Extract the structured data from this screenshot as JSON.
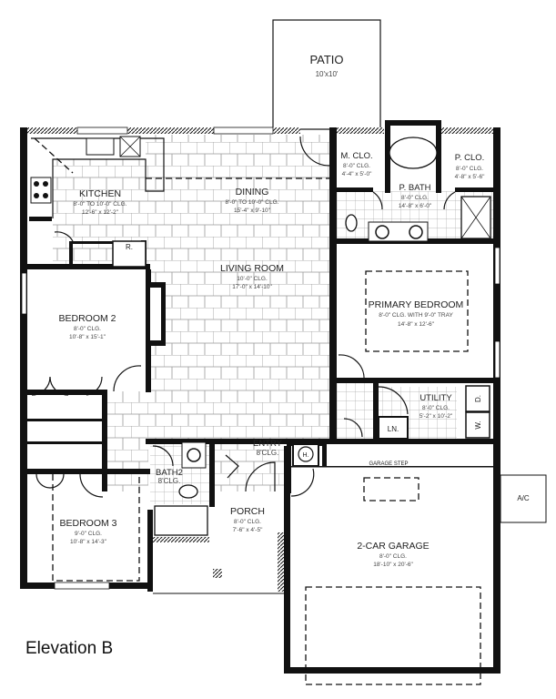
{
  "title": "Elevation B",
  "rooms": {
    "patio": {
      "name": "PATIO",
      "size": "10'x10'"
    },
    "kitchen": {
      "name": "KITCHEN",
      "clg": "8'-0\" TO 10'-0\" CLG.",
      "size": "12'-6\" x 12'-2\""
    },
    "dining": {
      "name": "DINING",
      "clg": "8'-0\" TO 10'-0\" CLG.",
      "size": "15'-4\" x 9'-10\""
    },
    "living": {
      "name": "LIVING ROOM",
      "clg": "10'-0\" CLG.",
      "size": "17'-0\" x 14'-10\""
    },
    "mclo": {
      "name": "M. CLO.",
      "clg": "8'-0\" CLG.",
      "size": "4'-4\" x 5'-0\""
    },
    "pclo": {
      "name": "P. CLO.",
      "clg": "8'-0\" CLG.",
      "size": "4'-8\" x 5'-6\""
    },
    "pbath": {
      "name": "P. BATH",
      "clg": "8'-0\" CLG.",
      "size": "14'-8\" x 6'-0\""
    },
    "primary": {
      "name": "PRIMARY BEDROOM",
      "clg": "8'-0\" CLG. WITH 9'-0\" TRAY",
      "size": "14'-8\" x 12'-6\""
    },
    "bedroom2": {
      "name": "BEDROOM 2",
      "clg": "8'-0\" CLG.",
      "size": "10'-8\" x 15'-1\""
    },
    "utility": {
      "name": "UTILITY",
      "clg": "8'-0\" CLG.",
      "size": "5'-2\" x 10'-2\""
    },
    "entry": {
      "name": "ENTRY",
      "clg": "8'CLG."
    },
    "bath2": {
      "name": "BATH2",
      "clg": "8'CLG."
    },
    "bedroom3": {
      "name": "BEDROOM 3",
      "clg": "9'-0\" CLG.",
      "size": "10'-8\" x 14'-3\""
    },
    "porch": {
      "name": "PORCH",
      "clg": "8'-0\" CLG.",
      "size": "7'-6\" x 4'-5\""
    },
    "garage": {
      "name": "2-CAR GARAGE",
      "clg": "8'-0\" CLG.",
      "size": "18'-10\" x 20'-6\""
    }
  },
  "fixtures": {
    "refrigerator": "R.",
    "linen": "LN.",
    "dryer": "D.",
    "washer": "W.",
    "water_heater": "H.",
    "garage_step": "GARAGE STEP",
    "ac": "A/C"
  }
}
